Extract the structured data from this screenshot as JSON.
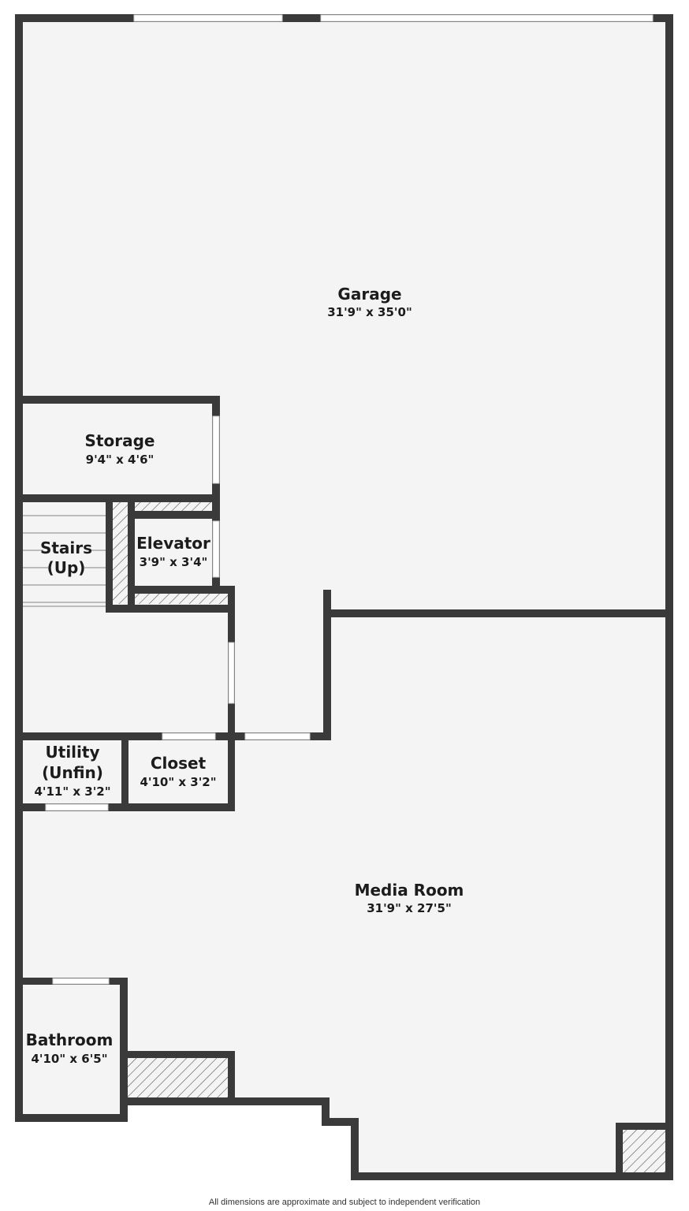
{
  "colors": {
    "wall": "#3a3a3a",
    "floor": "#f4f4f4",
    "opening": "#ffffff",
    "hatch": "#555555"
  },
  "rooms": {
    "garage": {
      "name": "Garage",
      "dim": "31'9\" x 35'0\""
    },
    "storage": {
      "name": "Storage",
      "dim": "9'4\" x 4'6\""
    },
    "stairs": {
      "name_line1": "Stairs",
      "name_line2": "(Up)"
    },
    "elevator": {
      "name": "Elevator",
      "dim": "3'9\" x 3'4\""
    },
    "utility": {
      "name_line1": "Utility",
      "name_line2": "(Unfin)",
      "dim": "4'11\" x 3'2\""
    },
    "closet": {
      "name": "Closet",
      "dim": "4'10\" x 3'2\""
    },
    "media_room": {
      "name": "Media Room",
      "dim": "31'9\" x 27'5\""
    },
    "bathroom": {
      "name": "Bathroom",
      "dim": "4'10\" x 6'5\""
    }
  },
  "footnote": "All dimensions are approximate and subject to independent verification"
}
